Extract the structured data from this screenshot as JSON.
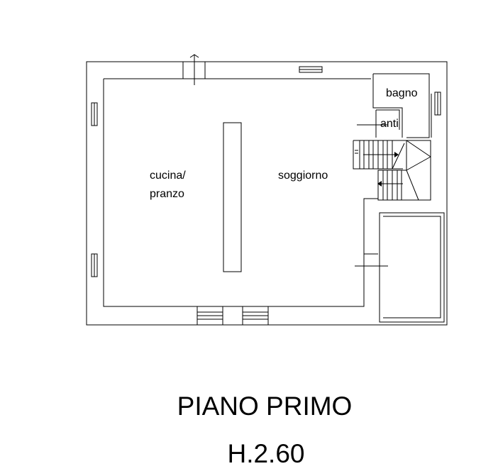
{
  "rooms": {
    "cucina_line1": "cucina/",
    "cucina_line2": "pranzo",
    "soggiorno": "soggiorno",
    "bagno": "bagno",
    "anti": "anti"
  },
  "caption": {
    "floor": "PIANO PRIMO",
    "height": "H.2.60"
  }
}
